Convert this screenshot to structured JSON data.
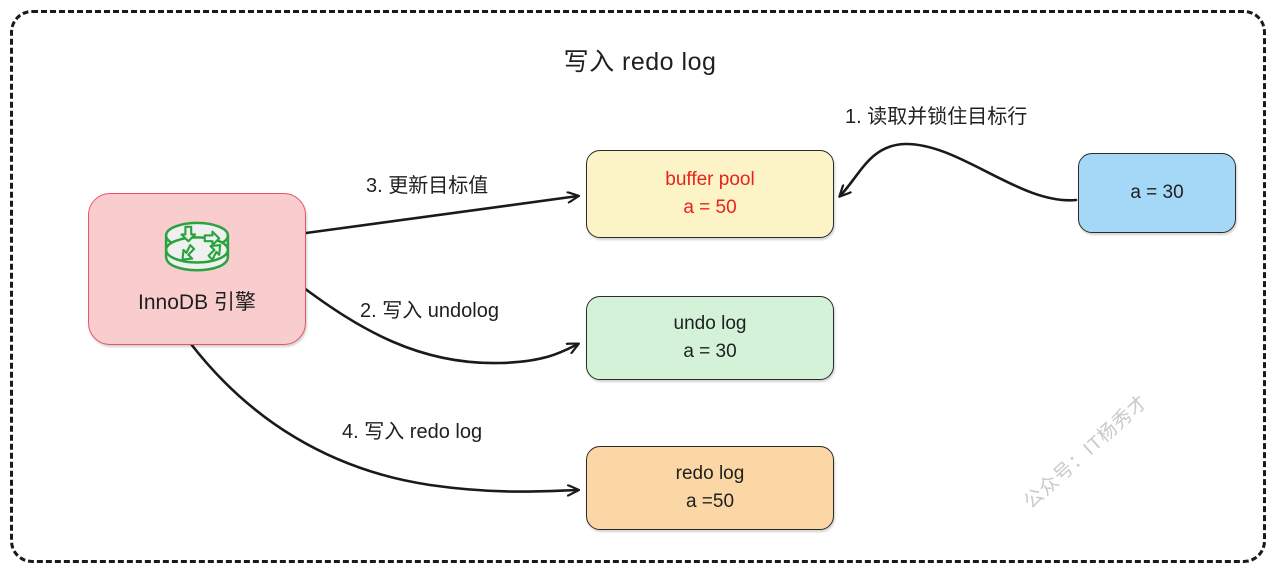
{
  "diagram": {
    "title": "写入 redo log",
    "frame_style": "dashed-rounded",
    "colors": {
      "innodb_fill": "#f9cdcd",
      "innodb_stroke": "#e8536a",
      "bufferpool_fill": "#fcf4c7",
      "bufferpool_text": "#e8241a",
      "undolog_fill": "#d4f2d8",
      "redolog_fill": "#fbd7a5",
      "row_fill": "#a5d8f7",
      "edge_stroke": "#1a1a1a",
      "icon_stroke": "#2aa33f",
      "watermark": "#c9c9c9"
    }
  },
  "nodes": {
    "innodb": {
      "label": "InnoDB 引擎",
      "icon": "database-router-icon"
    },
    "bufferpool": {
      "line1": "buffer pool",
      "line2": "a = 50"
    },
    "undolog": {
      "line1": "undo log",
      "line2": "a = 30"
    },
    "redolog": {
      "line1": "redo log",
      "line2": "a =50"
    },
    "row": {
      "line1": "a = 30"
    }
  },
  "edges": [
    {
      "id": "1",
      "label": "1. 读取并锁住目标行",
      "from": "row",
      "to": "bufferpool"
    },
    {
      "id": "2",
      "label": "2. 写入 undolog",
      "from": "innodb",
      "to": "undolog"
    },
    {
      "id": "3",
      "label": "3. 更新目标值",
      "from": "innodb",
      "to": "bufferpool"
    },
    {
      "id": "4",
      "label": "4. 写入 redo log",
      "from": "innodb",
      "to": "redolog"
    }
  ],
  "watermark": {
    "text": "公众号：IT杨秀才"
  }
}
